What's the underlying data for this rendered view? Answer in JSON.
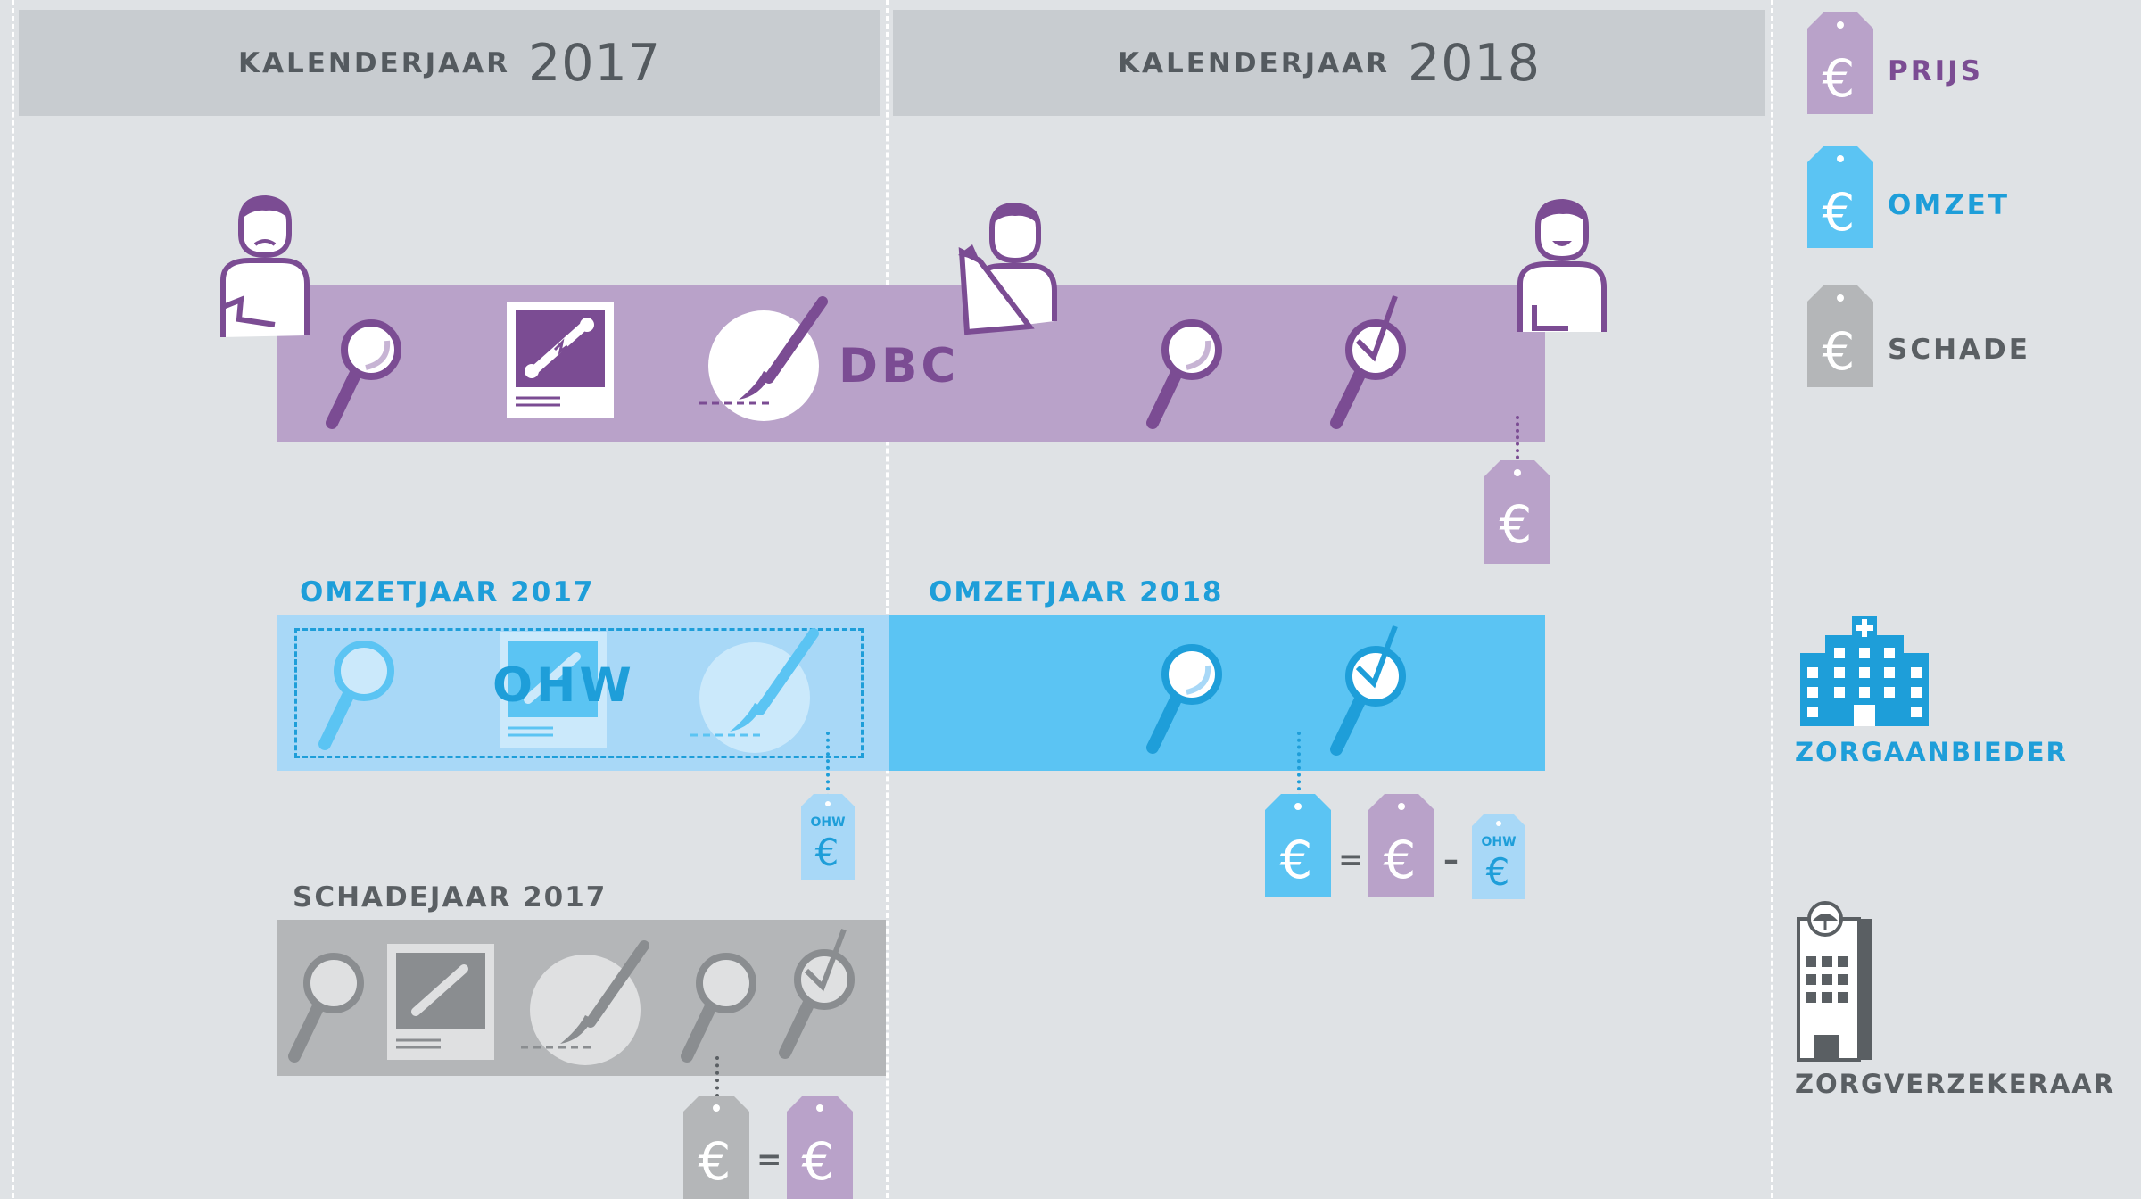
{
  "calendar": {
    "word": "KALENDERJAAR",
    "year_2017": "2017",
    "year_2018": "2018"
  },
  "dbc_band": {
    "label": "DBC",
    "color": "#b9a2c9"
  },
  "omzet": {
    "title_2017": "OMZETJAAR 2017",
    "title_2018": "OMZETJAAR 2018",
    "ohw_label": "OHW",
    "ohw_tag_text": "OHW",
    "color_light": "#a8d8f7",
    "color_dark": "#5bc4f3"
  },
  "schade": {
    "title_2017": "SCHADEJAAR 2017",
    "color": "#b4b6b8"
  },
  "equations": {
    "equals": "=",
    "minus": "–"
  },
  "legend": {
    "items": [
      {
        "label": "PRIJS",
        "color": "#7b4c93",
        "tag_color": "#b9a2c9",
        "icon": "euro-tag-icon"
      },
      {
        "label": "OMZET",
        "color": "#1e9ed9",
        "tag_color": "#5bc4f3",
        "icon": "euro-tag-icon"
      },
      {
        "label": "SCHADE",
        "color": "#5a5f63",
        "tag_color": "#b4b6b8",
        "icon": "euro-tag-icon"
      }
    ]
  },
  "orgs": {
    "provider_label": "ZORGAANBIEDER",
    "insurer_label": "ZORGVERZEKERAAR"
  },
  "currency_symbol": "€"
}
